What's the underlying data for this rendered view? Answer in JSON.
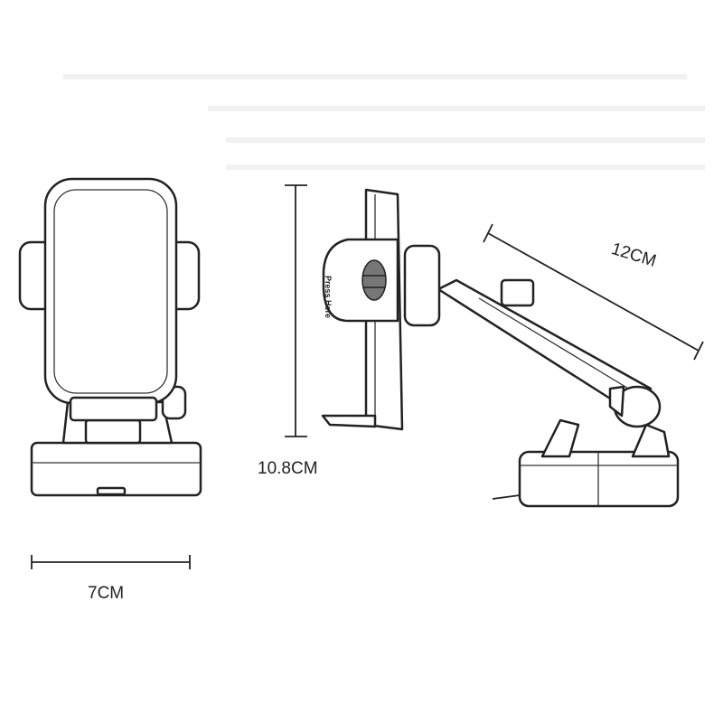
{
  "dimensions": {
    "width": "7CM",
    "height": "10.8CM",
    "arm_length": "12CM"
  },
  "button_label": "Press Here",
  "colors": {
    "line": "#222222",
    "background": "#ffffff",
    "button_pad": "#777777"
  }
}
